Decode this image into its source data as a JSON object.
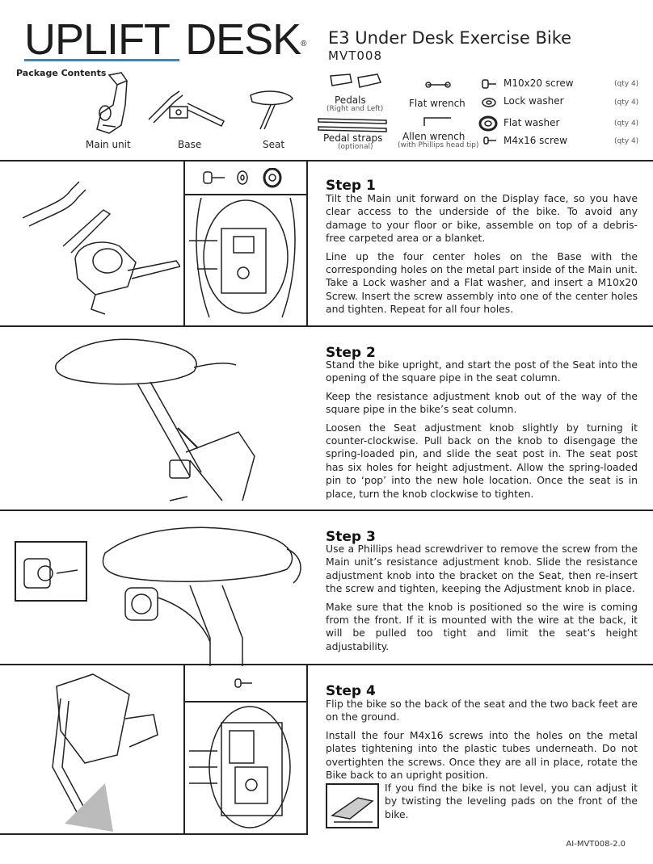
{
  "header": {
    "brand_part1": "UPLIFT",
    "brand_part2": "DESK",
    "brand_reg": "®",
    "accent_color": "#2a8ad4",
    "title": "E3 Under Desk Exercise Bike",
    "model": "MVT008"
  },
  "package": {
    "title": "Package Contents",
    "parts": [
      {
        "label": "Main unit",
        "sub": ""
      },
      {
        "label": "Base",
        "sub": ""
      },
      {
        "label": "Seat",
        "sub": ""
      },
      {
        "label": "Pedals",
        "sub": "(Right and Left)"
      },
      {
        "label": "Pedal straps",
        "sub": "(optional)"
      },
      {
        "label": "Flat wrench",
        "sub": ""
      },
      {
        "label": "Allen wrench",
        "sub": "(with Phillips head tip)"
      }
    ],
    "hardware": [
      {
        "label": "M10x20 screw",
        "qty": "(qty 4)",
        "icon": "screw-icon"
      },
      {
        "label": "Lock washer",
        "qty": "(qty 4)",
        "icon": "lock-washer-icon"
      },
      {
        "label": "Flat washer",
        "qty": "(qty 4)",
        "icon": "flat-washer-icon"
      },
      {
        "label": "M4x16 screw",
        "qty": "(qty 4)",
        "icon": "small-screw-icon"
      }
    ]
  },
  "steps": [
    {
      "title": "Step 1",
      "paragraphs": [
        "Tilt the Main unit forward on the Display face, so you have clear access to the underside of the bike. To avoid any damage to your floor or bike, assemble on top of a debris-free carpeted area or a blanket.",
        "Line up the four center holes on the Base with the corresponding holes on the metal part inside of the Main unit. Take a Lock washer and a Flat washer, and insert a M10x20 Screw. Insert the screw assembly into one of the center holes and tighten. Repeat for all four holes."
      ]
    },
    {
      "title": "Step 2",
      "paragraphs": [
        "Stand the bike upright, and start the post of the Seat into the opening of the square pipe in the seat column.",
        "Keep the resistance adjustment knob out of the way of the square pipe in the bike’s seat column.",
        "Loosen the Seat adjustment knob slightly by turning it counter-clockwise. Pull back on the knob to disengage the spring-loaded pin, and slide the seat post in. The seat post has six holes for height adjustment. Allow the spring-loaded pin to ‘pop’ into the new hole location. Once the seat is in place, turn the knob clockwise to tighten."
      ]
    },
    {
      "title": "Step 3",
      "paragraphs": [
        "Use a Phillips head screwdriver to remove the screw from the Main unit’s resistance adjustment knob. Slide the resistance adjustment knob into the bracket on the Seat, then re-insert the screw and tighten, keeping the Adjustment knob in place.",
        "Make sure that the knob is positioned so the wire is coming from the front. If it is mounted with the wire at the back, it will be pulled too tight and limit the seat’s height adjustability."
      ]
    },
    {
      "title": "Step 4",
      "paragraphs": [
        "Flip the bike so the back of the seat and the two back feet are on the ground.",
        "Install the four M4x16 screws into the holes on the metal plates tightening into the plastic tubes underneath. Do not overtighten the screws. Once they are all in place, rotate the Bike back to an upright position."
      ],
      "note": "If you find the bike is not level, you can adjust it by twisting the leveling pads on the front of the bike."
    }
  ],
  "footer": {
    "code": "AI-MVT008-2.0"
  }
}
